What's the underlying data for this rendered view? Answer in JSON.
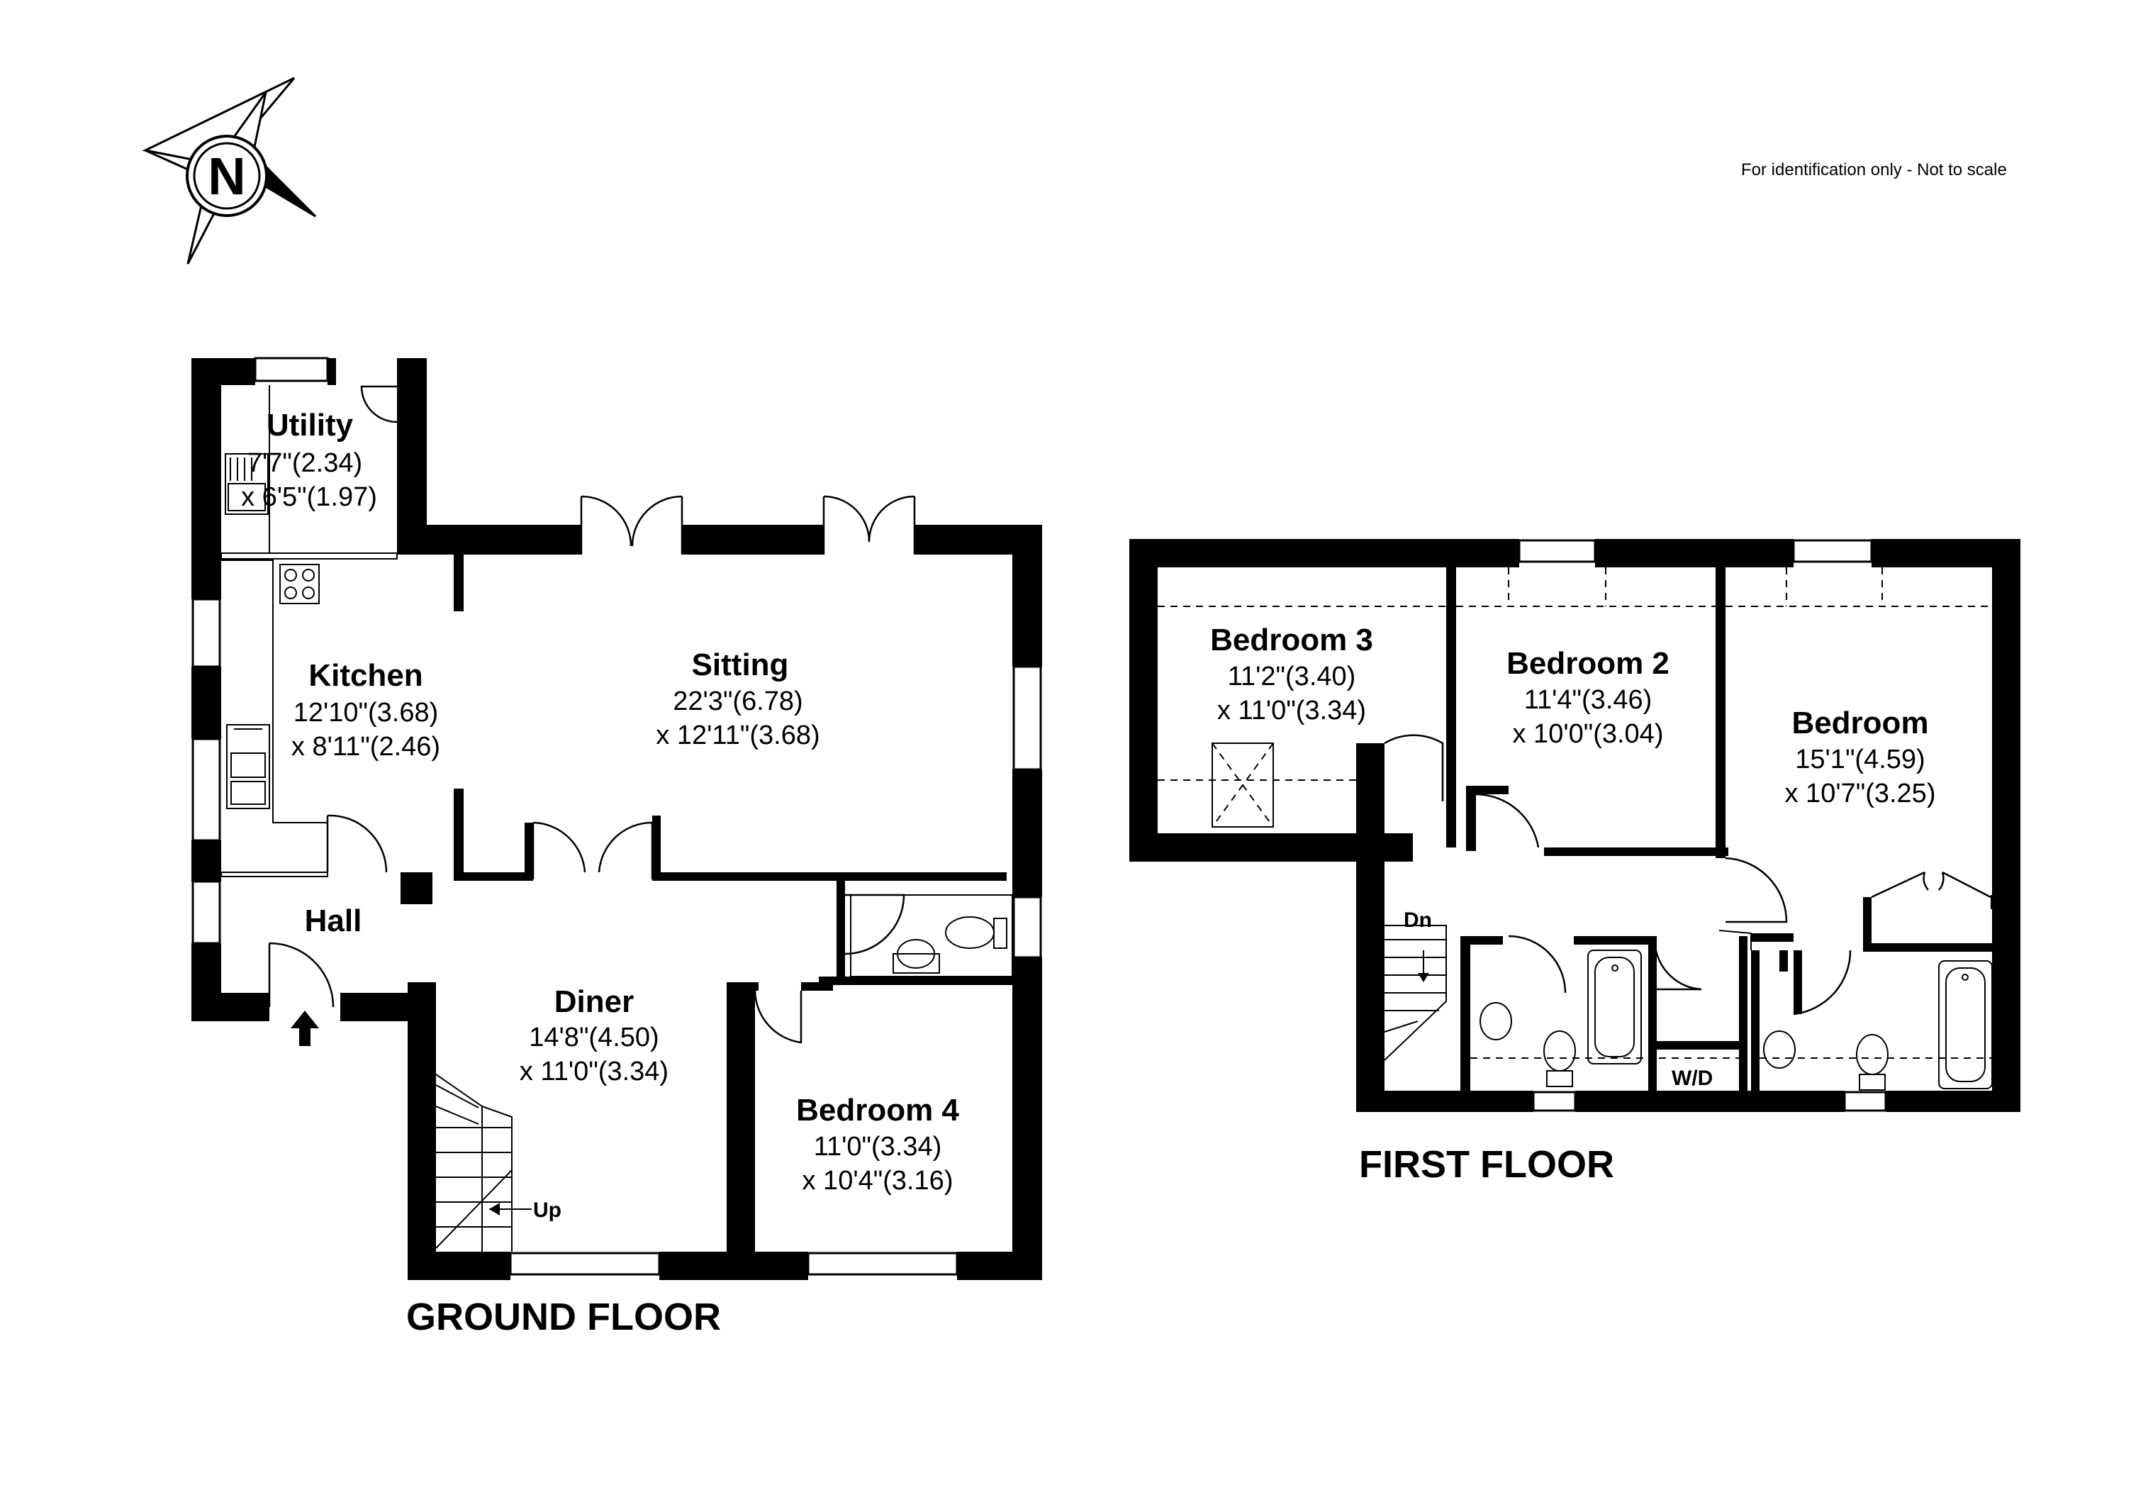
{
  "note": "For identification only - Not to scale",
  "compass": {
    "letter": "N",
    "icon": "compass-rose-icon"
  },
  "ground_floor": {
    "title": "GROUND FLOOR",
    "rooms": [
      {
        "id": "utility",
        "name": "Utility",
        "dim1": "7'7\"(2.34)",
        "dim2": "x 6'5\"(1.97)"
      },
      {
        "id": "kitchen",
        "name": "Kitchen",
        "dim1": "12'10\"(3.68)",
        "dim2": "x 8'11\"(2.46)"
      },
      {
        "id": "sitting",
        "name": "Sitting",
        "dim1": "22'3\"(6.78)",
        "dim2": "x 12'11\"(3.68)"
      },
      {
        "id": "hall",
        "name": "Hall",
        "dim1": "",
        "dim2": ""
      },
      {
        "id": "diner",
        "name": "Diner",
        "dim1": "14'8\"(4.50)",
        "dim2": "x 11'0\"(3.34)"
      },
      {
        "id": "bedroom4",
        "name": "Bedroom 4",
        "dim1": "11'0\"(3.34)",
        "dim2": "x 10'4\"(3.16)"
      }
    ],
    "stairs_label": "Up"
  },
  "first_floor": {
    "title": "FIRST FLOOR",
    "rooms": [
      {
        "id": "bedroom3",
        "name": "Bedroom 3",
        "dim1": "11'2\"(3.40)",
        "dim2": "x 11'0\"(3.34)"
      },
      {
        "id": "bedroom2",
        "name": "Bedroom 2",
        "dim1": "11'4\"(3.46)",
        "dim2": "x 10'0\"(3.04)"
      },
      {
        "id": "bedroom1",
        "name": "Bedroom",
        "dim1": "15'1\"(4.59)",
        "dim2": "x 10'7\"(3.25)"
      }
    ],
    "stairs_label": "Dn",
    "cupboard_label": "W/D"
  }
}
